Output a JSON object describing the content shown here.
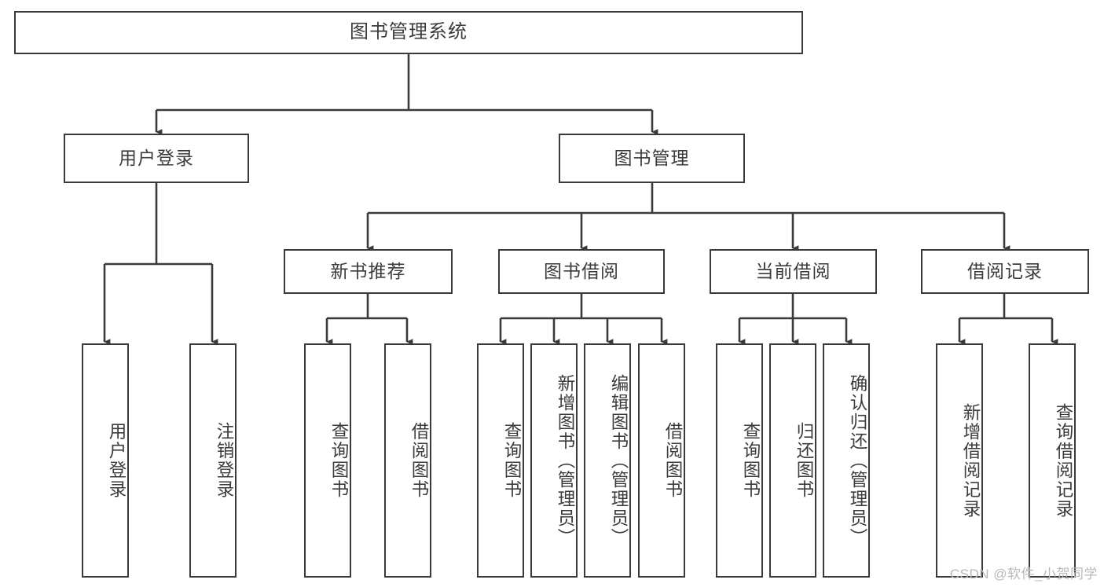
{
  "diagram": {
    "type": "tree-flowchart",
    "title": "图书管理系统",
    "colors": {
      "box_border": "#3a3a3a",
      "box_fill": "#ffffff",
      "text": "#3c3c3c",
      "connector": "#3a3a3a",
      "watermark": "#b9b9b9",
      "canvas": "#ffffff"
    },
    "root": {
      "label": "图书管理系统",
      "orientation": "horizontal"
    },
    "level2": [
      {
        "label": "用户登录",
        "orientation": "horizontal"
      },
      {
        "label": "图书管理",
        "orientation": "horizontal"
      }
    ],
    "level3": [
      {
        "label": "新书推荐",
        "orientation": "horizontal"
      },
      {
        "label": "图书借阅",
        "orientation": "horizontal"
      },
      {
        "label": "当前借阅",
        "orientation": "horizontal"
      },
      {
        "label": "借阅记录",
        "orientation": "horizontal"
      }
    ],
    "leaves": {
      "user_login": [
        {
          "label": "用户登录",
          "orientation": "vertical"
        },
        {
          "label": "注销登录",
          "orientation": "vertical"
        }
      ],
      "new_book_recommend": [
        {
          "label": "查询图书",
          "orientation": "vertical"
        },
        {
          "label": "借阅图书",
          "orientation": "vertical"
        }
      ],
      "book_borrow": [
        {
          "label": "查询图书",
          "orientation": "vertical"
        },
        {
          "label": "新增图书（管理员）",
          "orientation": "vertical"
        },
        {
          "label": "编辑图书（管理员）",
          "orientation": "vertical"
        },
        {
          "label": "借阅图书",
          "orientation": "vertical"
        }
      ],
      "current_borrow": [
        {
          "label": "查询图书",
          "orientation": "vertical"
        },
        {
          "label": "归还图书",
          "orientation": "vertical"
        },
        {
          "label": "确认归还（管理员）",
          "orientation": "vertical"
        }
      ],
      "borrow_record": [
        {
          "label": "新增借阅记录",
          "orientation": "vertical"
        },
        {
          "label": "查询借阅记录",
          "orientation": "vertical"
        }
      ]
    },
    "watermark": "CSDN @软件_小贺同学"
  }
}
